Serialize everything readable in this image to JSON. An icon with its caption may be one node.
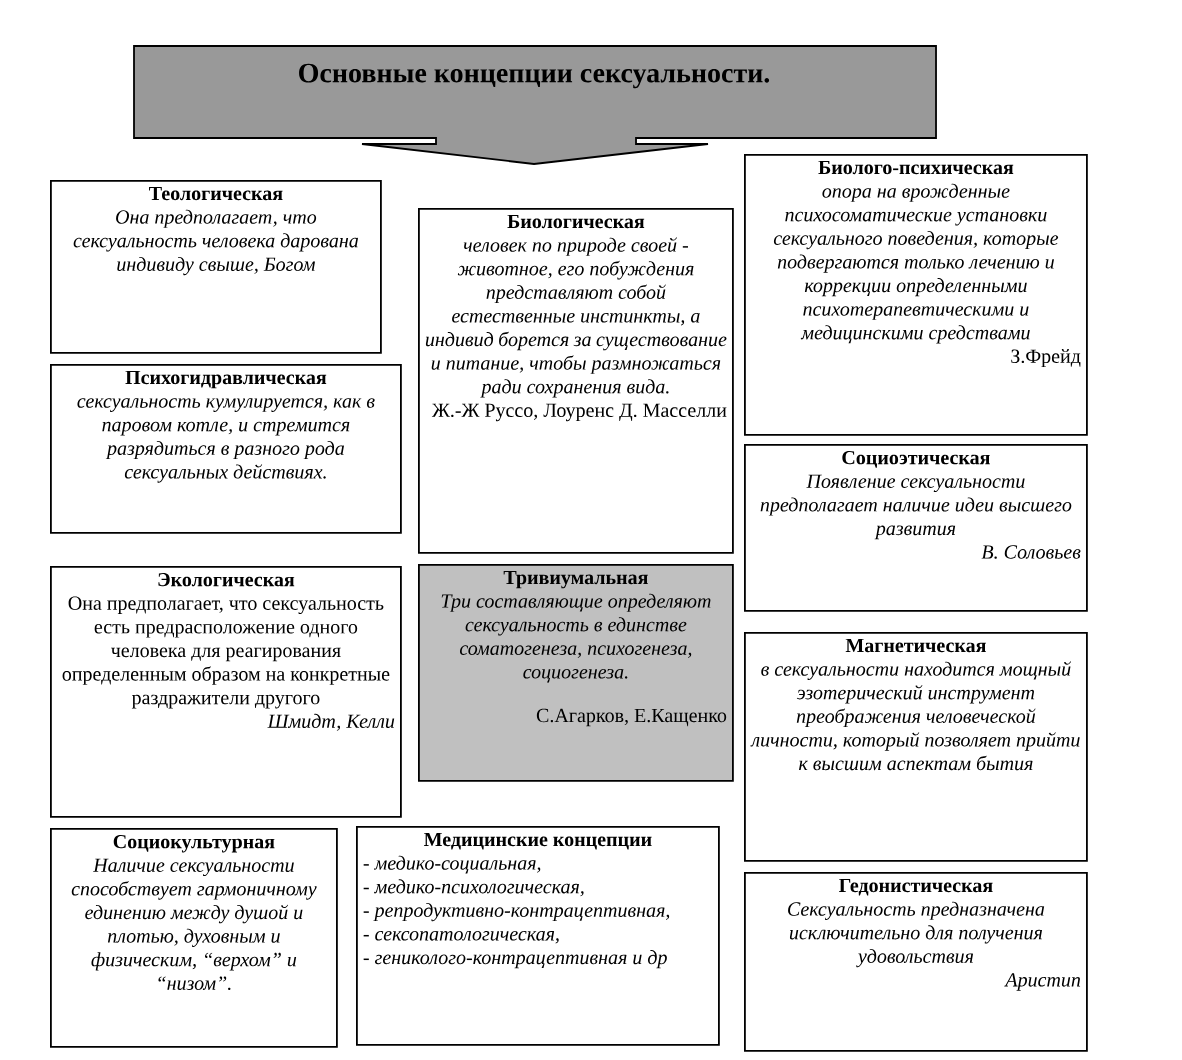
{
  "diagram": {
    "title": "Основные концепции сексуальности.",
    "nodes": [
      {
        "text": [
          "Теологическая",
          "Она предполагает, что сексуальность человека дарована индивиду свыше, Богом"
        ]
      },
      {
        "text": [
          "Биологическая",
          "человек по природе своей - животное, его побуждения представляют собой естественные инстинкты, а индивид борется за существование и питание, чтобы размножаться ради сохранения вида.",
          "Ж.-Ж Руссо, Лоуренс Д. Масселли"
        ]
      },
      {
        "text": [
          "Биолого-психическая",
          "опора на врожденные психосоматические установки сексуального поведения, которые подвергаются только лечению и коррекции определенными психотерапевтическими и медицинскими средствами",
          "З.Фрейд"
        ]
      },
      {
        "text": [
          "Психогидравлическая",
          "сексуальность кумулируется, как в паровом котле, и стремится разрядиться в разного рода сексуальных действиях."
        ]
      },
      {
        "text": [
          "Социоэтическая",
          "Появление сексуальности предполагает наличие идеи высшего развития",
          "В. Соловьев"
        ]
      },
      {
        "text": [
          "Экологическая",
          "Она предполагает, что сексуальность есть предрасположение одного человека для реагирования определенным образом на конкретные раздражители другого",
          "Шмидт, Келли"
        ]
      },
      {
        "text": [
          "Тривиумальная",
          "Три составляющие определяют сексуальность в единстве соматогенеза, психогенеза, социогенеза.",
          "С.Агарков, Е.Кащенко"
        ]
      },
      {
        "text": [
          "Магнетическая",
          "в сексуальности находится мощный эзотерический инструмент преображения человеческой личности, который позволяет прийти к высшим аспектам бытия"
        ]
      },
      {
        "text": [
          "Социокультурная",
          "Наличие сексуальности способствует гармоничному единению между душой и плотью, духовным и физическим, “верхом” и “низом”."
        ]
      },
      {
        "text": [
          "Медицинские концепции",
          "- медико-социальная,",
          "- медико-психологическая,",
          "- репродуктивно-контрацептивная,",
          "- сексопатологическая,",
          "- гениколого-контрацептивная и др"
        ]
      },
      {
        "text": [
          "Гедонистическая",
          "Сексуальность предназначена исключительно для получения удовольствия",
          "Аристип"
        ]
      }
    ]
  }
}
